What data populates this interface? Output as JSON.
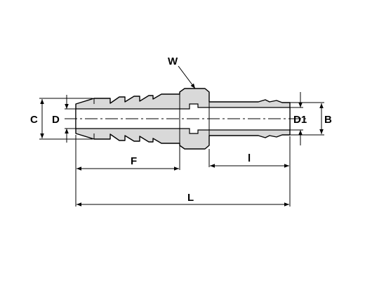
{
  "drawing": {
    "labels": {
      "C": "C",
      "D": "D",
      "W": "W",
      "D1": "D1",
      "B": "B",
      "F": "F",
      "l": "l",
      "L": "L"
    },
    "colors": {
      "body_fill": "#d9d9d9",
      "line": "#000000",
      "background": "#ffffff"
    }
  }
}
